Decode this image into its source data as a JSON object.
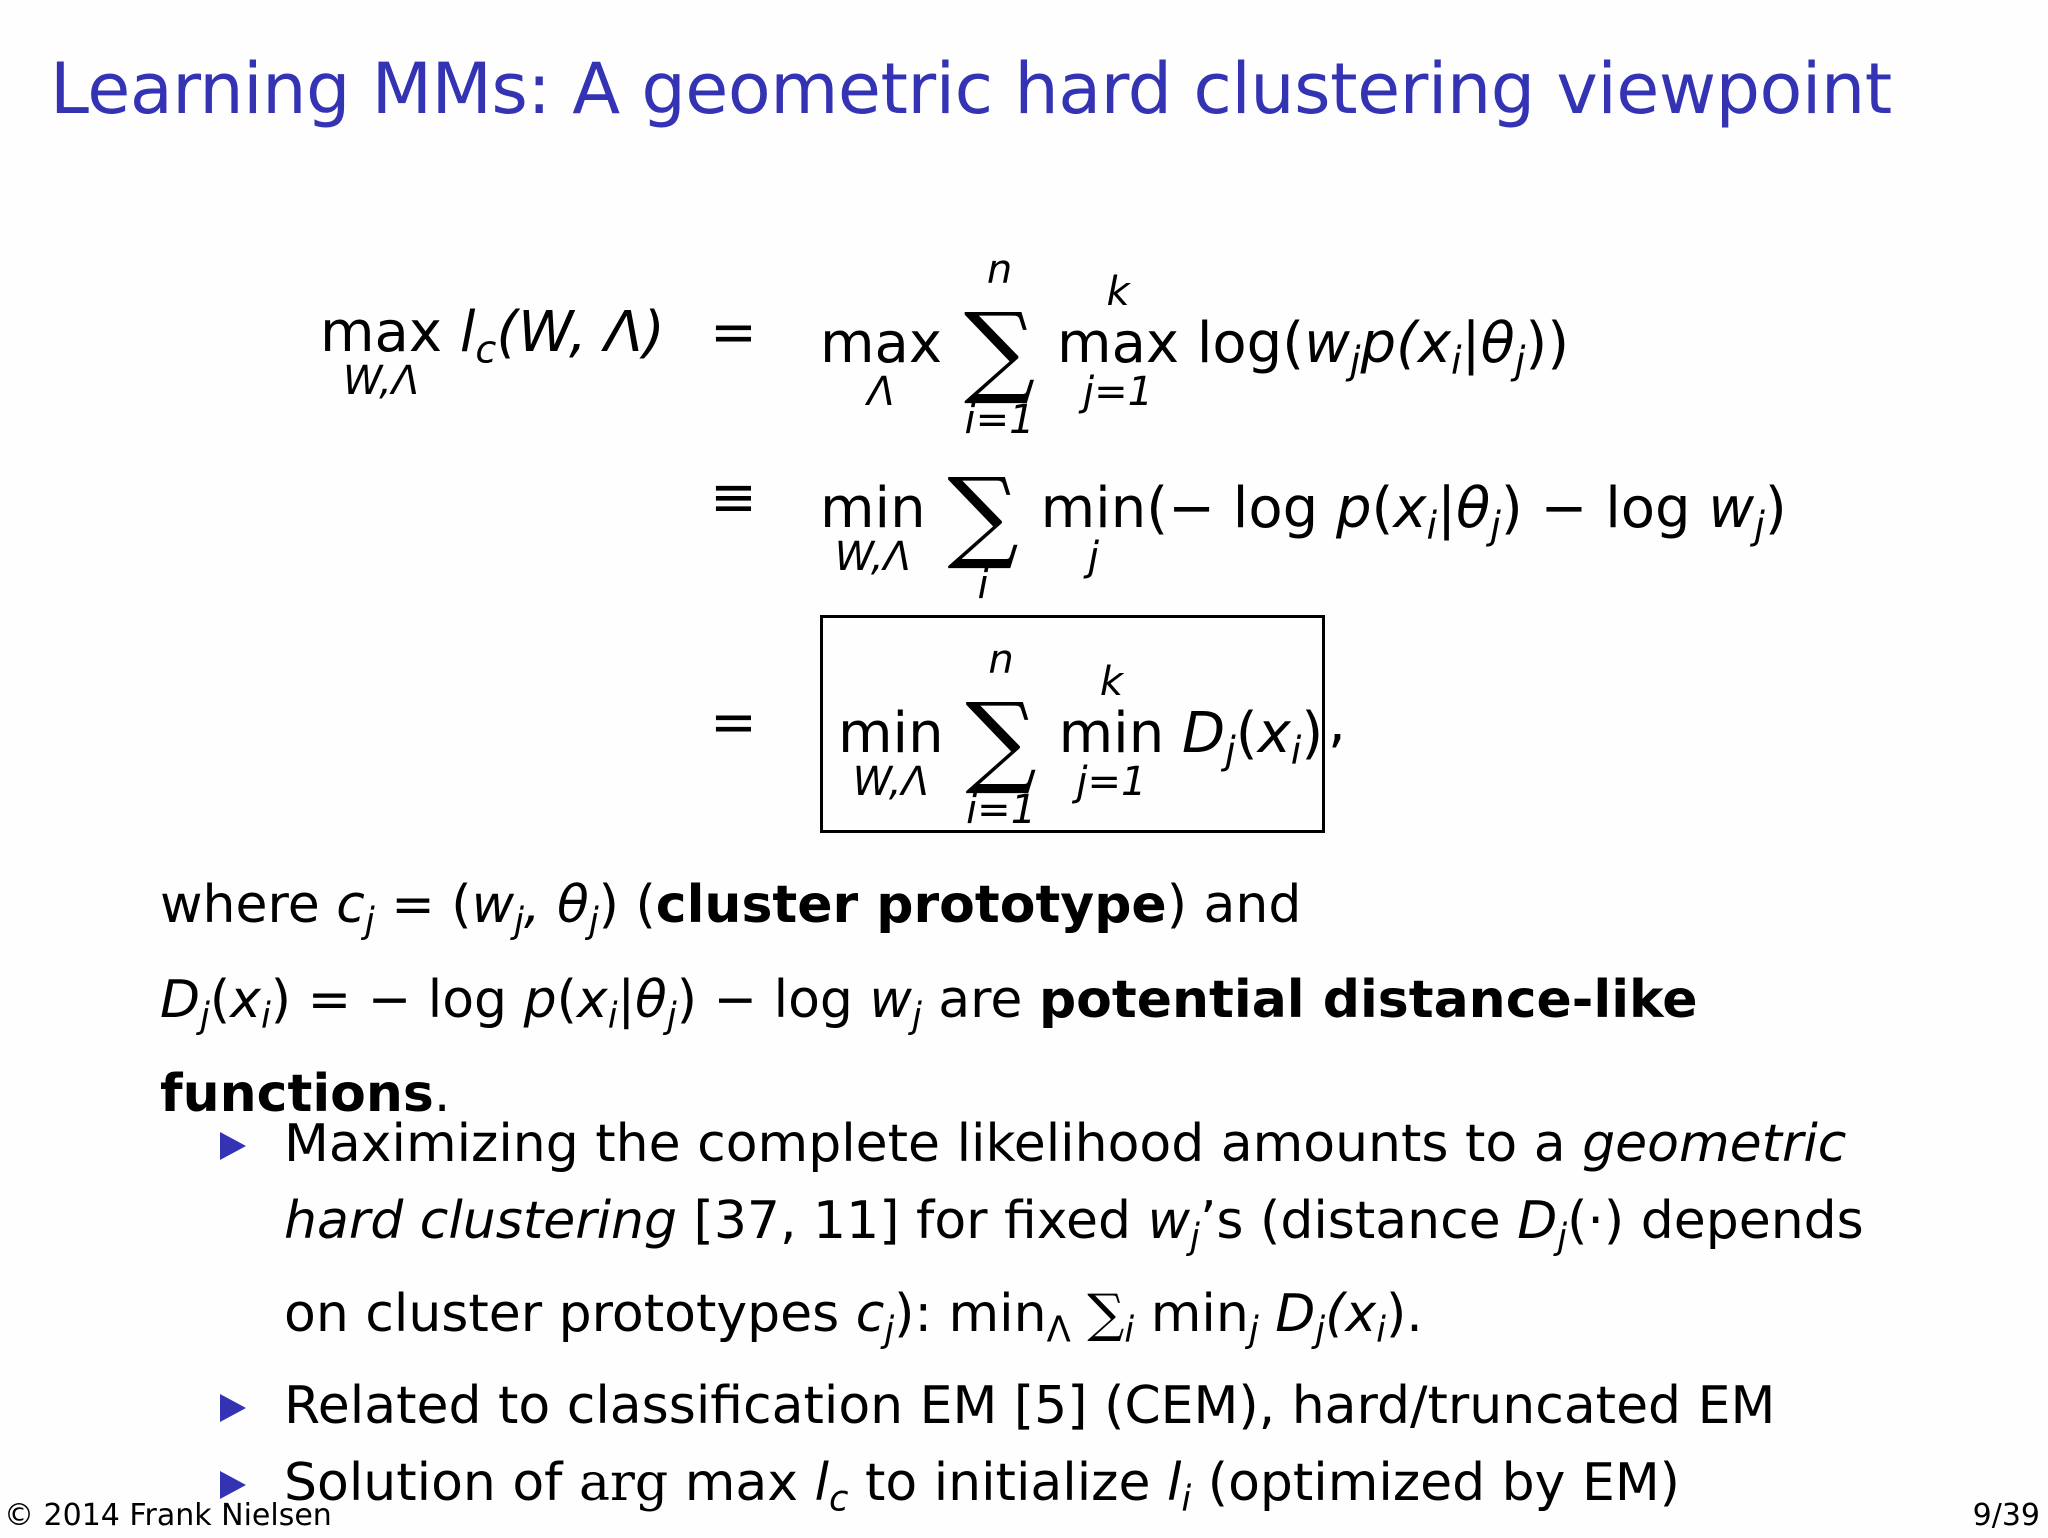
{
  "slide": {
    "title": "Learning MMs: A geometric hard clustering viewpoint",
    "accent_color": "#3333b3"
  },
  "equations": {
    "row1": {
      "lhs_op": "max",
      "lhs_op_sub": "W,Λ",
      "lhs_func": "l",
      "lhs_func_sub": "c",
      "lhs_args": "(W, Λ)",
      "relation": "=",
      "rhs_op1": "max",
      "rhs_op1_sub": "Λ",
      "sum_over": "n",
      "sum_under": "i=1",
      "rhs_op2": "max",
      "rhs_op2_over": "k",
      "rhs_op2_sub": "j=1",
      "rhs_expr": "log(w_j p(x_i|θ_j))",
      "rhs_expr_parts": [
        "log(",
        "w",
        "j",
        "p(",
        "x",
        "i",
        "|θ",
        "j",
        "))"
      ]
    },
    "row2": {
      "relation": "≡",
      "rhs_op1": "min",
      "rhs_op1_sub": "W,Λ",
      "sum_under": "i",
      "rhs_op2": "min",
      "rhs_op2_sub": "j",
      "rhs_expr": "(− log p(x_i|θ_j) − log w_j)",
      "rhs_expr_parts": [
        "(− log ",
        "p",
        "(",
        "x",
        "i",
        "|θ",
        "j",
        ") − log ",
        "w",
        "j",
        ")"
      ]
    },
    "row3": {
      "relation": "=",
      "rhs_op1": "min",
      "rhs_op1_sub": "W,Λ",
      "sum_over": "n",
      "sum_under": "i=1",
      "rhs_op2": "min",
      "rhs_op2_over": "k",
      "rhs_op2_sub": "j=1",
      "rhs_expr": "D_j(x_i)",
      "rhs_expr_parts": [
        "D",
        "j",
        "(",
        "x",
        "i",
        ")"
      ],
      "trailing": ",",
      "boxed": true
    }
  },
  "explanation": {
    "line1": {
      "prefix": "where ",
      "math": "c_j = (w_j, θ_j)",
      "math_parts": [
        "c",
        "j",
        " = (",
        "w",
        "j",
        ", θ",
        "j",
        ")"
      ],
      "paren_open": " (",
      "bold": "cluster prototype",
      "paren_close": ")",
      "suffix": " and"
    },
    "line2": {
      "math": "D_j(x_i) = − log p(x_i|θ_j) − log w_j",
      "math_parts": [
        "D",
        "j",
        "(",
        "x",
        "i",
        ") = − log ",
        "p",
        "(",
        "x",
        "i",
        "|θ",
        "j",
        ") − log ",
        "w",
        "j"
      ],
      "text": " are ",
      "bold": "potential distance-like"
    },
    "line3": {
      "bold": "functions",
      "suffix": "."
    }
  },
  "bullets": [
    {
      "line1_text": "Maximizing the complete likelihood amounts to a ",
      "line1_italic": "geometric",
      "line2_italic": "hard clustering",
      "line2_text": " [37, 11] for fixed ",
      "line2_w": "w",
      "line2_w_sub": "j",
      "line2_text2": "’s (distance ",
      "line2_D": "D",
      "line2_D_sub": "j",
      "line2_text3": "(·) depends",
      "line3_text": "on cluster prototypes ",
      "line3_c": "c",
      "line3_c_sub": "j",
      "line3_text2": "): min",
      "line3_min_sub": "Λ",
      "line3_sum": " ∑",
      "line3_sum_sub": "i",
      "line3_min2": " min",
      "line3_min2_sub": "j",
      "line3_D": " D",
      "line3_D_sub": "j",
      "line3_end": "(x",
      "line3_end_sub": "i",
      "line3_close": ")."
    },
    {
      "text": "Related to classification EM [5] (CEM), hard/truncated EM"
    },
    {
      "text1": "Solution of ",
      "argmax": "arg",
      "max": " max ",
      "l": "l",
      "l_sub": "c",
      "text2": " to initialize ",
      "l2": "l",
      "l2_sub": "i",
      "text3": " (optimized by EM)"
    }
  ],
  "footer": {
    "copyright": "© 2014 Frank Nielsen",
    "page": "9/39"
  }
}
